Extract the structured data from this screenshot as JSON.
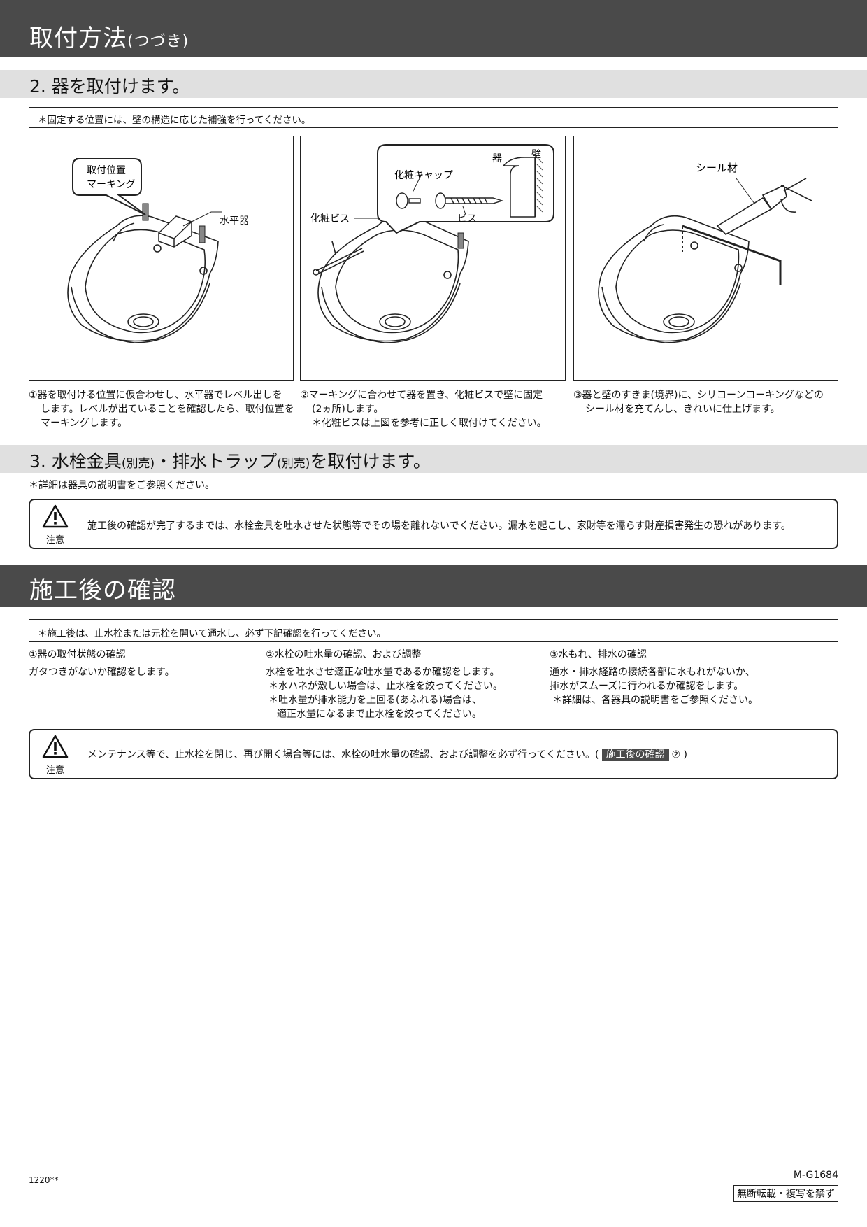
{
  "header1": {
    "title": "取付方法",
    "suffix": "(つづき)"
  },
  "sec2": {
    "title": "2. 器を取付けます。",
    "note": "＊固定する位置には、壁の構造に応じた補強を行ってください。",
    "fig1": {
      "callout_l1": "取付位置",
      "callout_l2": "マーキング",
      "level_label": "水平器"
    },
    "fig2": {
      "vessel_label": "器",
      "wall_label": "壁",
      "cap_label": "化粧キャップ",
      "screw_label": "ビス",
      "deco_screw_label": "化粧ビス"
    },
    "fig3": {
      "sealant_label": "シール材"
    },
    "cap1": [
      "①器を取付ける位置に仮合わせし、水平器でレベル出しを",
      "します。レベルが出ていることを確認したら、取付位置を",
      "マーキングします。"
    ],
    "cap2": [
      "②マーキングに合わせて器を置き、化粧ビスで壁に固定",
      "(2ヵ所)します。",
      "＊化粧ビスは上図を参考に正しく取付けてください。"
    ],
    "cap3": [
      "③器と壁のすきま(境界)に、シリコーンコーキングなどの",
      "シール材を充てんし、きれいに仕上げます。"
    ]
  },
  "sec3": {
    "title_a": "3. 水栓金具",
    "title_b": "(別売)",
    "title_c": "・排水トラップ",
    "title_d": "(別売)",
    "title_e": "を取付けます。",
    "note": "＊詳細は器具の説明書をご参照ください。",
    "caution_label": "注意",
    "caution_text": "施工後の確認が完了するまでは、水栓金具を吐水させた状態等でその場を離れないでください。漏水を起こし、家財等を濡らす財産損害発生の恐れがあります。"
  },
  "header2": {
    "title": "施工後の確認"
  },
  "check": {
    "note": "＊施工後は、止水栓または元栓を開いて通水し、必ず下記確認を行ってください。",
    "col1": {
      "heading": "①器の取付状態の確認",
      "lines": [
        "ガタつきがないか確認をします。"
      ]
    },
    "col2": {
      "heading": "②水栓の吐水量の確認、および調整",
      "lines": [
        "水栓を吐水させ適正な吐水量であるか確認をします。",
        "＊水ハネが激しい場合は、止水栓を絞ってください。",
        "＊吐水量が排水能力を上回る(あふれる)場合は、",
        "適正水量になるまで止水栓を絞ってください。"
      ]
    },
    "col3": {
      "heading": "③水もれ、排水の確認",
      "lines": [
        "通水・排水経路の接続各部に水もれがないか、",
        "排水がスムーズに行われるか確認をします。",
        "＊詳細は、各器具の説明書をご参照ください。"
      ]
    },
    "caution_label": "注意",
    "caution_text": "メンテナンス等で、止水栓を閉じ、再び開く場合等には、水栓の吐水量の確認、および調整を必ず行ってください。(",
    "caution_tag": "施工後の確認",
    "caution_end": "② )"
  },
  "footer": {
    "code": "1220**",
    "doc": "M-G1684",
    "notice": "無断転載・複写を禁ず"
  }
}
